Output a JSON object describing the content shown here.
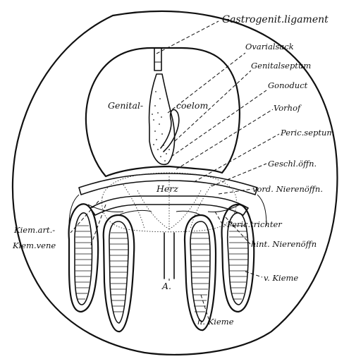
{
  "labels": {
    "gastrogenit_ligament": "Gastrogenit.ligament",
    "ovarialsack": "Ovarialsack",
    "genitalseptum": "Genitalseptum",
    "gonoduct": "Gonoduct",
    "vorhof": "Vorhof",
    "peric_septum": "Peric.septum",
    "geschl_offn": "Geschl.öffn.",
    "vord_nierenoffn": "vord. Nierenöffn.",
    "genital": "Genital-",
    "coelom": "coelom",
    "herz": "Herz",
    "peric_trichter": "-Peric.trichter",
    "hint_nierenoffn": "hint. Nierenöffn",
    "kiem_art": "Kiem.art.-",
    "kiem_vene": "Kiem.vene",
    "v_kieme": "v. Kieme",
    "h_kieme": "h. Kieme",
    "a": "A."
  }
}
